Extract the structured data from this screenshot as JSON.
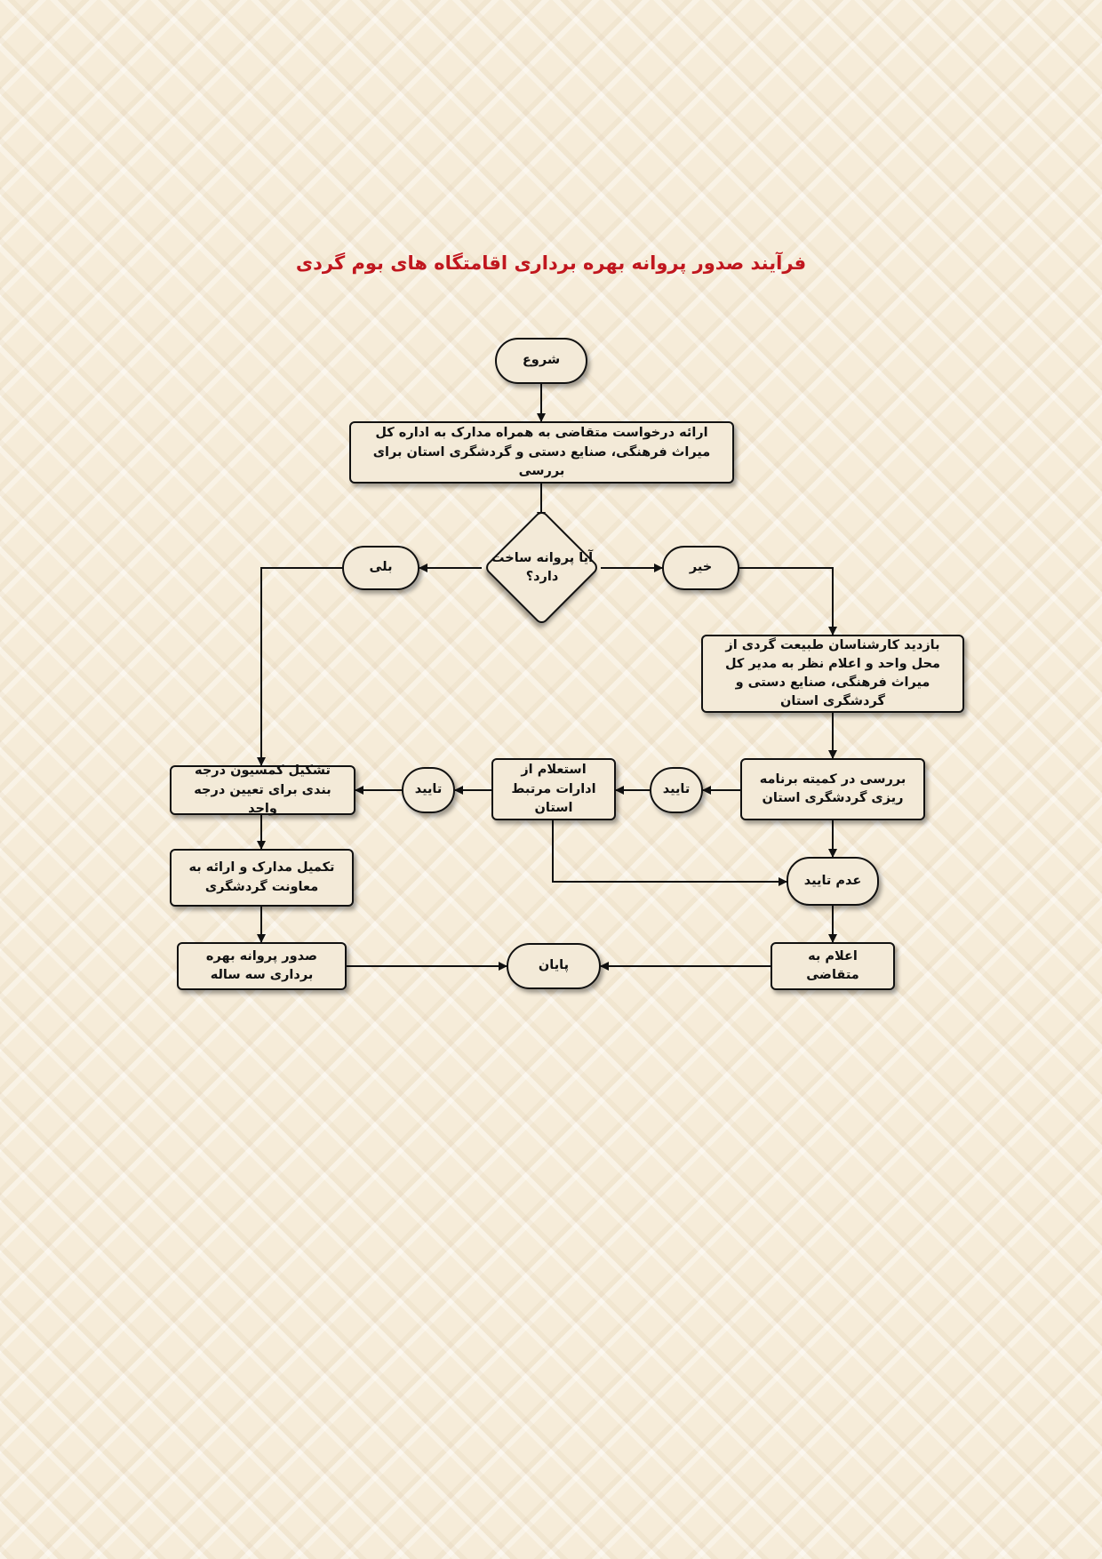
{
  "title": "فرآیند صدور پروانه بهره برداری اقامتگاه های بوم گردی",
  "nodes": {
    "start": "شروع",
    "submit_request": "ارائه درخواست متقاضی به همراه مدارک به اداره کل میراث فرهنگی، صنایع دستی و گردشگری استان برای بررسی",
    "decision": "آیا پروانه ساخت دارد؟",
    "yes": "بلی",
    "no": "خیر",
    "expert_visit": "بازدید کارشناسان طبیعت گردی از محل واحد و اعلام نظر به مدیر کل میراث فرهنگی، صنایع دستی و گردشگری استان",
    "committee_review": "بررسی در کمیته برنامه ریزی گردشگری استان",
    "approve_1": "تایید",
    "inquiry": "استعلام از ادارات مرتبط استان",
    "approve_2": "تایید",
    "grading_commission": "تشکیل کمسیون درجه بندی برای تعیین درجه واحد",
    "complete_docs": "تکمیل مدارک و ارائه به معاونت گردشگری",
    "issue_license": "صدور پروانه بهره برداری سه ساله",
    "end": "پایان",
    "not_approved": "عدم تایید",
    "notify_applicant": "اعلام به متقاضی"
  }
}
